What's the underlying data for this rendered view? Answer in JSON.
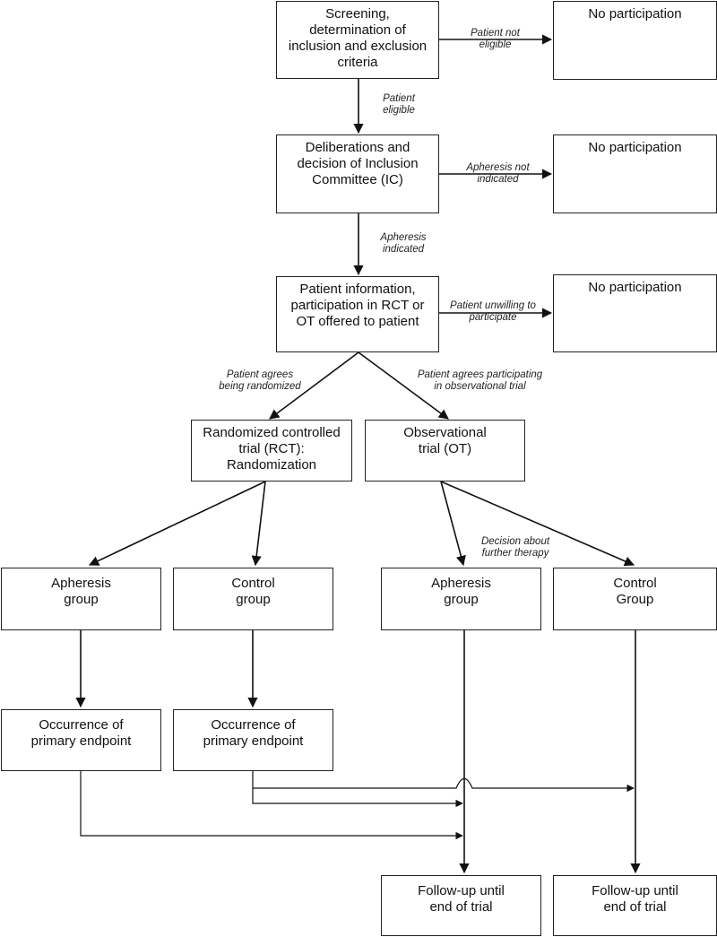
{
  "boxes": {
    "screening": "Screening,\ndetermination of\ninclusion and exclusion\ncriteria",
    "no_part_1": "No participation",
    "ic": "Deliberations and\ndecision of Inclusion\nCommittee (IC)",
    "no_part_2": "No participation",
    "patient_info": "Patient information,\nparticipation in RCT or\nOT offered to patient",
    "no_part_3": "No participation",
    "rct": "Randomized controlled\ntrial (RCT):\nRandomization",
    "ot": "Observational\ntrial (OT)",
    "rct_apheresis": "Apheresis\ngroup",
    "rct_control": "Control\ngroup",
    "ot_apheresis": "Apheresis\ngroup",
    "ot_control": "Control\nGroup",
    "endpoint_1": "Occurrence of\nprimary endpoint",
    "endpoint_2": "Occurrence of\nprimary endpoint",
    "followup_1": "Follow-up until\nend of trial",
    "followup_2": "Follow-up until\nend of trial"
  },
  "labels": {
    "not_eligible": "Patient not\neligible",
    "eligible": "Patient\neligible",
    "apheresis_not_indicated": "Apheresis not\nindicated",
    "apheresis_indicated": "Apheresis\nindicated",
    "unwilling": "Patient unwilling to\nparticipate",
    "agrees_randomized": "Patient agrees\nbeing randomized",
    "agrees_observational": "Patient agrees participating\nin observational trial",
    "decision_therapy": "Decision about\nfurther therapy"
  }
}
